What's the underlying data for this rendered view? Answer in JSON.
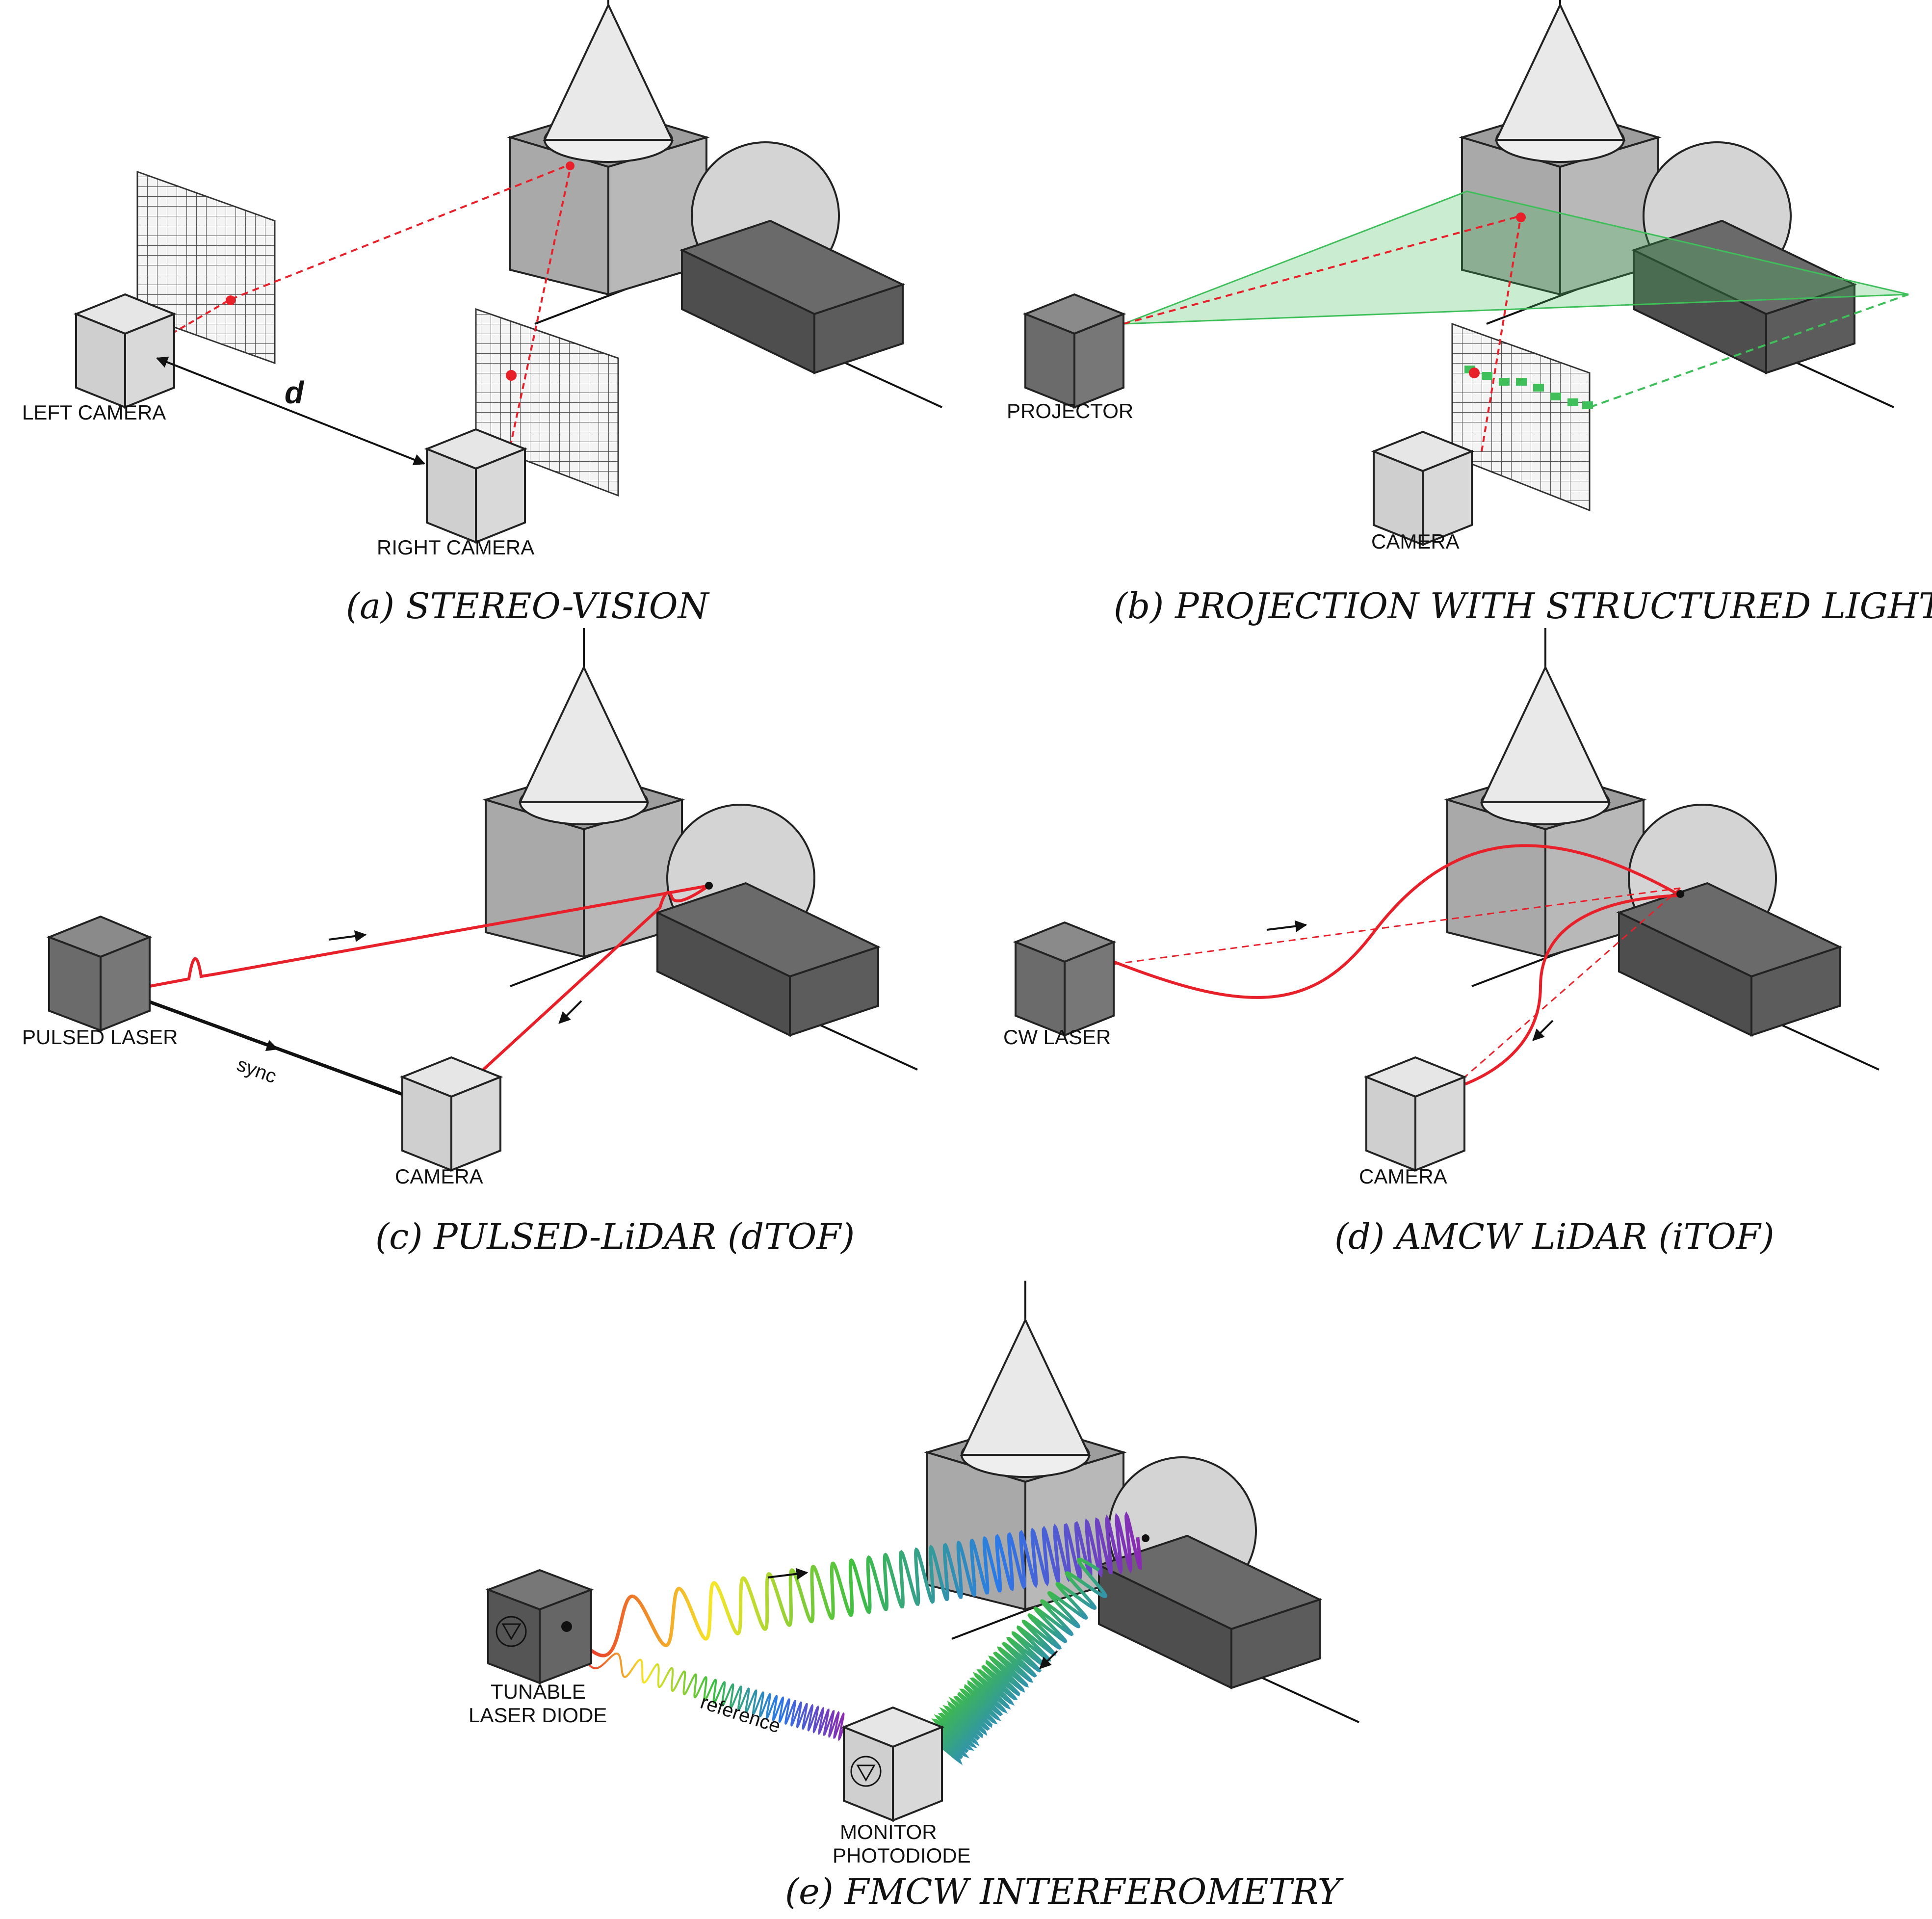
{
  "panels": {
    "a": {
      "caption": "(a) STEREO-VISION",
      "left_camera": "LEFT CAMERA",
      "right_camera": "RIGHT CAMERA",
      "baseline": "d"
    },
    "b": {
      "caption": "(b) PROJECTION WITH STRUCTURED LIGHT",
      "projector": "PROJECTOR",
      "camera": "CAMERA"
    },
    "c": {
      "caption": "(c) PULSED-LiDAR (dTOF)",
      "laser": "PULSED LASER",
      "camera": "CAMERA",
      "sync": "sync"
    },
    "d": {
      "caption": "(d) AMCW LiDAR (iTOF)",
      "laser": "CW LASER",
      "camera": "CAMERA"
    },
    "e": {
      "caption": "(e) FMCW INTERFEROMETRY",
      "laser_line1": "TUNABLE",
      "laser_line2": "LASER DIODE",
      "detector_line1": "MONITOR",
      "detector_line2": "PHOTODIODE",
      "reference": "reference"
    }
  },
  "colors": {
    "laser_red": "#e8202a",
    "projection_green": "#3fbf5a",
    "dark_device": "#6b6b6b",
    "light_device": "#d6d6d6",
    "dark_box": "#555555",
    "cone": "#e9e9e9"
  }
}
